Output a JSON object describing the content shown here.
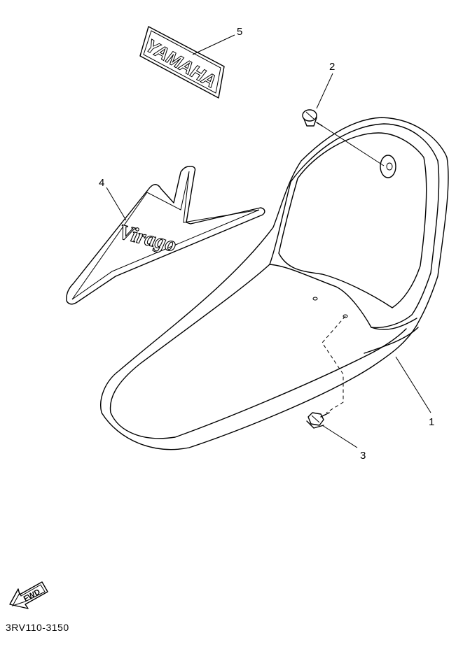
{
  "callouts": [
    {
      "num": "1",
      "part": "seat"
    },
    {
      "num": "2",
      "part": "screw"
    },
    {
      "num": "3",
      "part": "bolt"
    },
    {
      "num": "4",
      "part": "virago-emblem"
    },
    {
      "num": "5",
      "part": "yamaha-emblem"
    }
  ],
  "emblem_yamaha_text": "YAMAHA",
  "emblem_virago_text": "Virago",
  "fwd_label": "FWD",
  "diagram_code": "3RV110-3150"
}
